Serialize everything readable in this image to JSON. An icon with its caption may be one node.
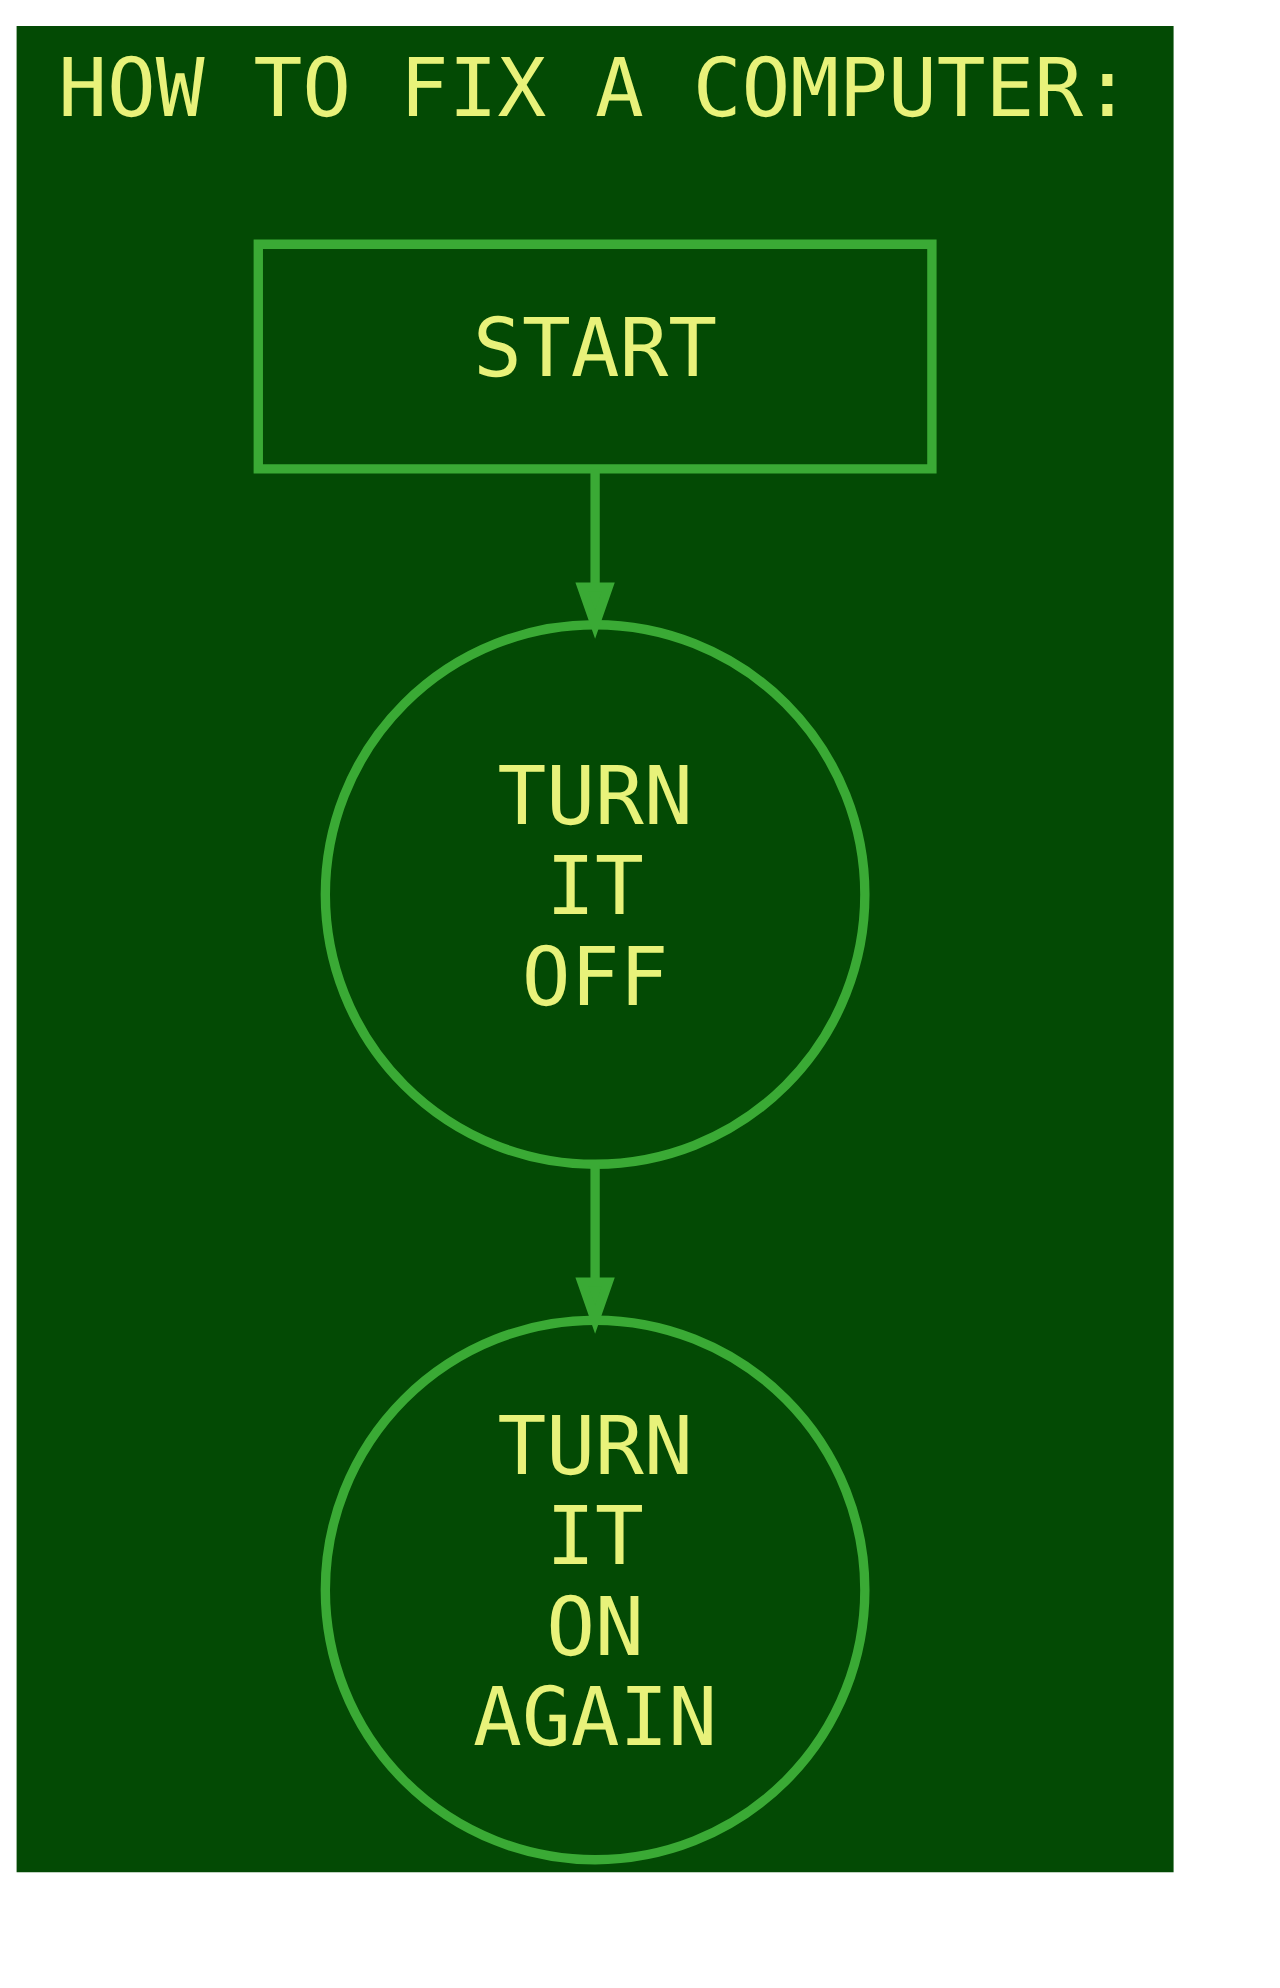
{
  "diagram": {
    "title": "HOW TO FIX A COMPUTER:",
    "nodes": [
      {
        "text": [
          "START"
        ]
      },
      {
        "text": [
          "TURN IT OFF"
        ]
      },
      {
        "text": [
          "TURN IT ON AGAIN"
        ]
      }
    ],
    "edges": [
      {
        "from": 0,
        "to": 1,
        "arrow": "to"
      },
      {
        "from": 1,
        "to": 2,
        "arrow": "to"
      }
    ]
  }
}
